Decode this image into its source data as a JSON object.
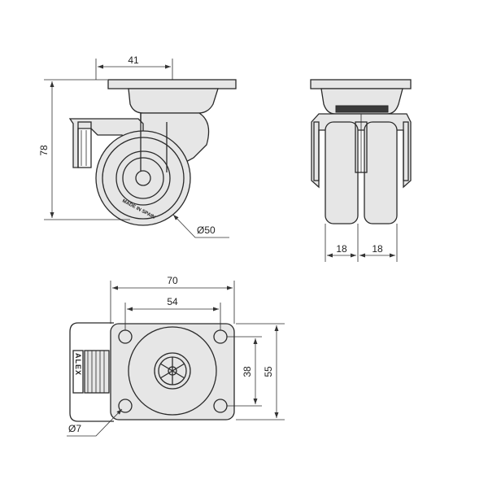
{
  "side_view": {
    "width_dim": "41",
    "height_dim": "78",
    "wheel_dim": "Ø50",
    "wheel_text": "MADE IN SPAIN"
  },
  "front_view": {
    "left_dim": "18",
    "right_dim": "18"
  },
  "top_view": {
    "overall_width": "70",
    "hole_spacing_x": "54",
    "hole_spacing_y": "38",
    "overall_height": "55",
    "hole_dia": "Ø7",
    "brand": "ALEX"
  }
}
